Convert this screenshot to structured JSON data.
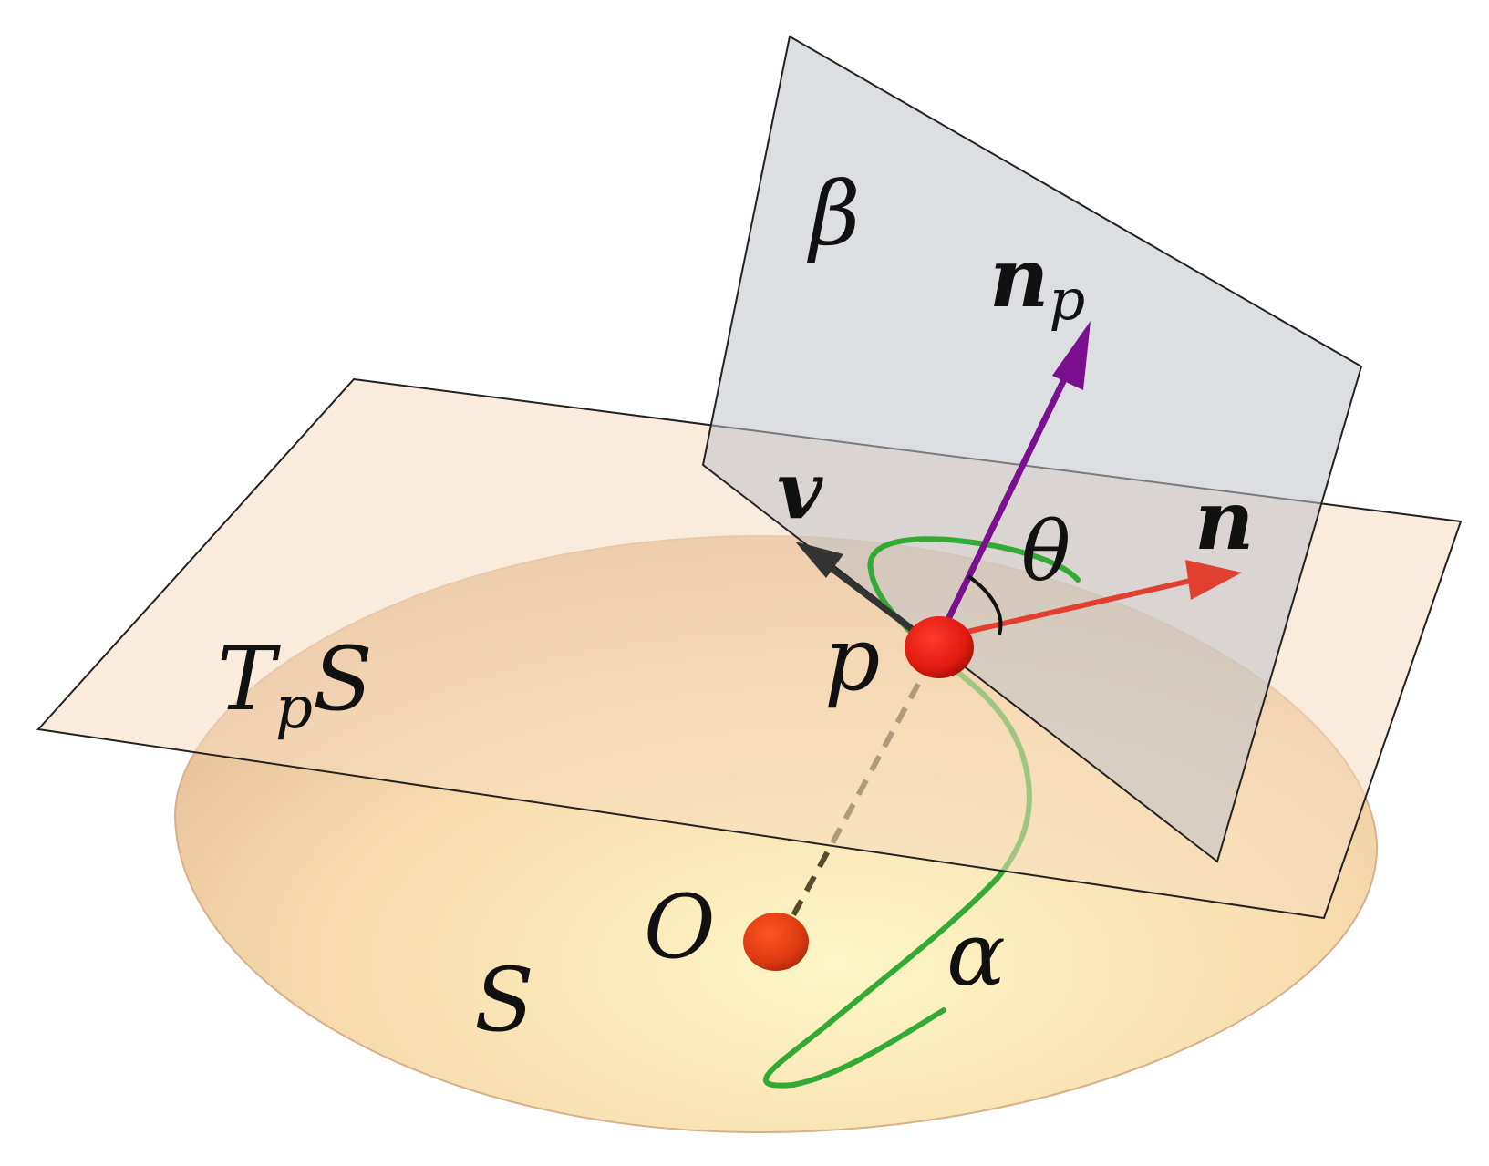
{
  "labels": {
    "beta": "β",
    "n_p_main": "n",
    "n_p_sub": "p",
    "v": "v",
    "theta": "θ",
    "n": "n",
    "p": "p",
    "tangent_plane_T": "T",
    "tangent_plane_sub": "p",
    "tangent_plane_S": "S",
    "origin": "O",
    "alpha": "α",
    "surface": "S"
  },
  "colors": {
    "surface_light": "#fdf3c4",
    "surface_dark": "#e8b888",
    "tangent_plane": "#f7e2cc",
    "normal_plane": "#cdd0d6",
    "curve": "#33aa33",
    "point": "#dd1111",
    "normal_n": "#e04030",
    "normal_np": "#7a1090",
    "tangent_v": "#333333"
  }
}
